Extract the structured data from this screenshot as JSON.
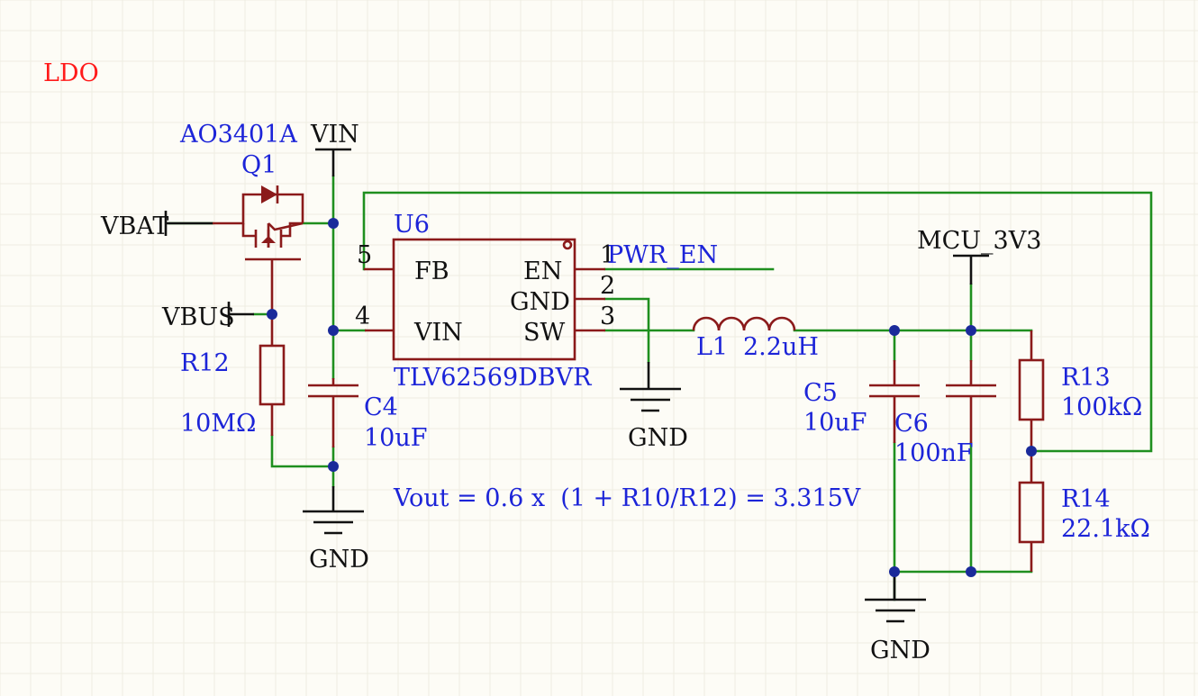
{
  "sheet_title": "LDO",
  "nets": {
    "vbat": "VBAT",
    "vbus": "VBUS",
    "vin": "VIN",
    "mcu_3v3": "MCU_3V3",
    "pwr_en": "PWR_EN",
    "gnd": "GND"
  },
  "components": {
    "q1": {
      "part": "AO3401A",
      "designator": "Q1"
    },
    "r12": {
      "designator": "R12",
      "value": "10MΩ"
    },
    "c4": {
      "designator": "C4",
      "value": "10uF"
    },
    "u6": {
      "designator": "U6",
      "part": "TLV62569DBVR",
      "pins": {
        "fb": {
          "name": "FB",
          "number": "5"
        },
        "vin": {
          "name": "VIN",
          "number": "4"
        },
        "en": {
          "name": "EN",
          "number": "1"
        },
        "gnd": {
          "name": "GND",
          "number": "2"
        },
        "sw": {
          "name": "SW",
          "number": "3"
        }
      }
    },
    "l1": {
      "designator": "L1",
      "value": "2.2uH"
    },
    "c5": {
      "designator": "C5",
      "value": "10uF"
    },
    "c6": {
      "designator": "C6",
      "value": "100nF"
    },
    "r13": {
      "designator": "R13",
      "value": "100kΩ"
    },
    "r14": {
      "designator": "R14",
      "value": "22.1kΩ"
    }
  },
  "note": "Vout = 0.6 x  (1 + R10/R12) = 3.315V",
  "colors": {
    "wire": "#1f8f1f",
    "component": "#8b1a1a",
    "label": "#1c24d8",
    "power_symbol": "#111111",
    "junction": "#1a2a9a",
    "sheet_title": "#ff1a1a",
    "background": "#fdfcf6"
  }
}
